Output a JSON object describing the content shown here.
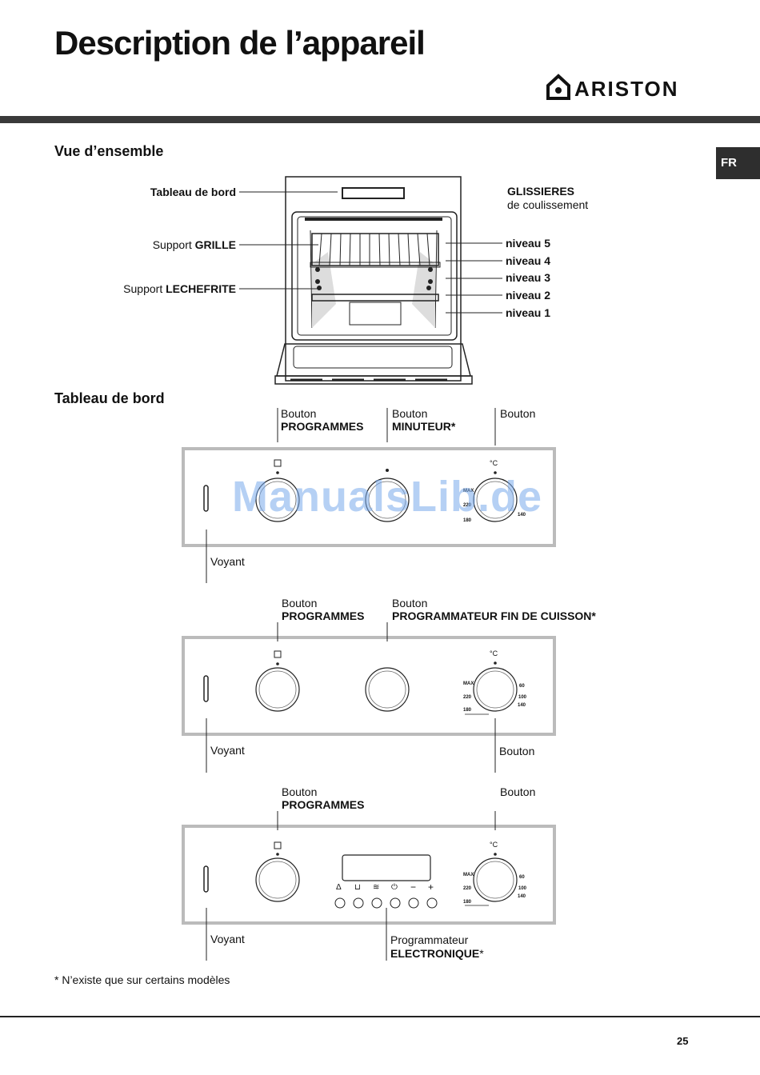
{
  "title": "Description de l’appareil",
  "brand": "ARISTON",
  "lang_tab": "FR",
  "overview": {
    "heading": "Vue d’ensemble",
    "dashboard_label": "Tableau de bord",
    "grille_prefix": "Support",
    "grille_bold": "GRILLE",
    "lechefrite_prefix": "Support",
    "lechefrite_bold": "LECHEFRITE",
    "glissieres_bold": "GLISSIERES",
    "glissieres_sub": "de coulissement",
    "levels": [
      "niveau 5",
      "niveau 4",
      "niveau 3",
      "niveau 2",
      "niveau 1"
    ]
  },
  "dashboard": {
    "heading": "Tableau de bord",
    "panel1": {
      "programmes_line1": "Bouton",
      "programmes_line2": "PROGRAMMES",
      "timer_line1": "Bouton",
      "timer_line2": "MINUTEUR*",
      "thermo_line1": "Bouton",
      "voyant": "Voyant"
    },
    "panel2": {
      "programmes_line1": "Bouton",
      "programmes_line2": "PROGRAMMES",
      "endcook_line1": "Bouton",
      "endcook_line2": "PROGRAMMATEUR FIN DE CUISSON*",
      "thermo_line1": "Bouton",
      "voyant": "Voyant"
    },
    "panel3": {
      "programmes_line1": "Bouton",
      "programmes_line2": "PROGRAMMES",
      "thermo_line1": "Bouton",
      "voyant": "Voyant",
      "electronic_line1": "Programmateur",
      "electronic_line2": "ELECTRONIQUE",
      "electronic_star": "*"
    },
    "dial_marks": [
      "MAX",
      "220",
      "180",
      "140",
      "100",
      "60"
    ],
    "temp_symbol": "°C",
    "key_symbols": [
      "Δ",
      "⊔",
      "≋",
      "⏻",
      "−",
      "+"
    ]
  },
  "footnote": "* N’existe que sur certains modèles",
  "page_number": "25",
  "watermark": "ManualsLib.de"
}
